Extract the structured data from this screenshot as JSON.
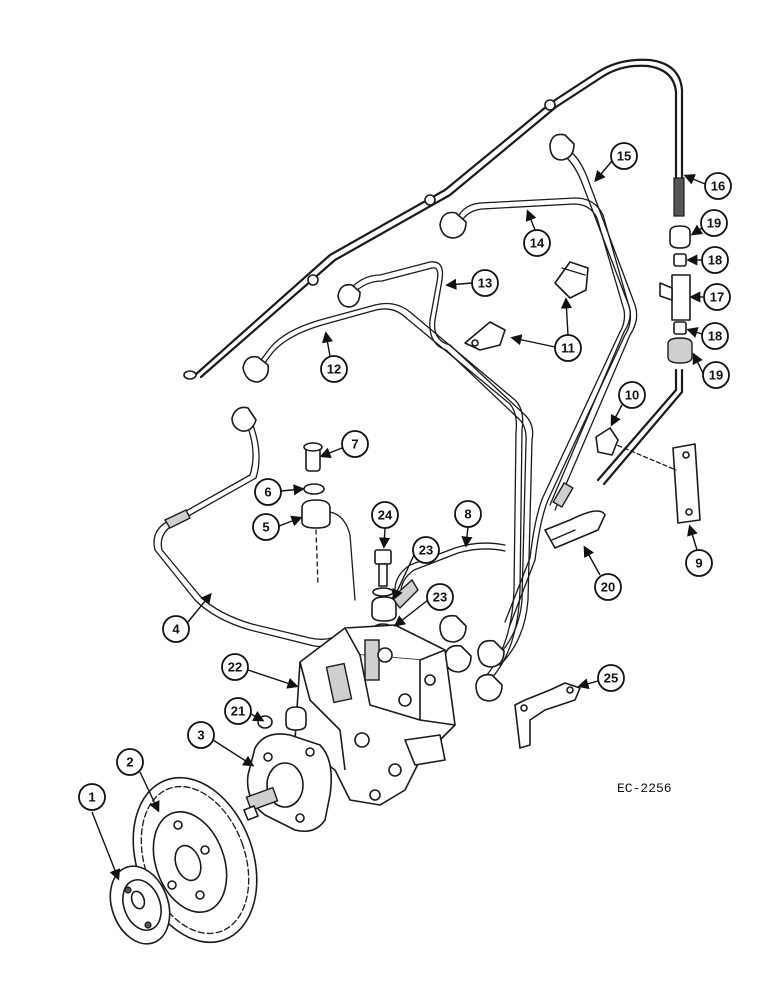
{
  "drawing_code": "EC-2256",
  "callouts": [
    "1",
    "2",
    "3",
    "4",
    "5",
    "6",
    "7",
    "8",
    "9",
    "10",
    "11",
    "12",
    "13",
    "14",
    "15",
    "16",
    "17",
    "18",
    "18",
    "19",
    "19",
    "20",
    "21",
    "22",
    "23",
    "23",
    "24",
    "25"
  ]
}
